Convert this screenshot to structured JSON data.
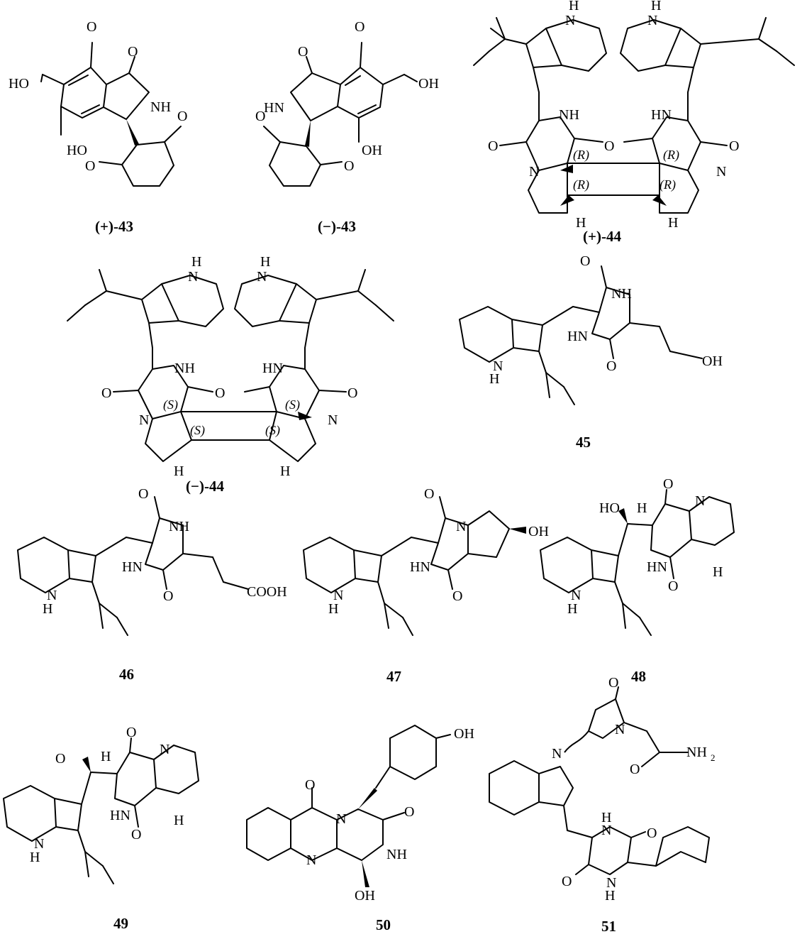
{
  "figure": {
    "compounds": [
      {
        "id": "c43p",
        "label": "(+)-43",
        "atoms": [
          "HO",
          "O",
          "NH",
          "HO",
          "O",
          "O",
          "O"
        ]
      },
      {
        "id": "c43m",
        "label": "(−)-43",
        "atoms": [
          "O",
          "O",
          "OH",
          "HN",
          "OH",
          "O",
          "O"
        ]
      },
      {
        "id": "c44p",
        "label": "(+)-44",
        "atoms": [
          "H",
          "N",
          "H",
          "N",
          "NH",
          "HN",
          "O",
          "O",
          "O",
          "O",
          "N",
          "N",
          "H",
          "H"
        ],
        "stereo": [
          "(R)",
          "(R)",
          "(R)",
          "(R)"
        ]
      },
      {
        "id": "c44m",
        "label": "(−)-44",
        "atoms": [
          "H",
          "N",
          "H",
          "N",
          "NH",
          "HN",
          "O",
          "O",
          "O",
          "O",
          "N",
          "N",
          "H",
          "H"
        ],
        "stereo": [
          "(S)",
          "(S)",
          "(S)",
          "(S)"
        ]
      },
      {
        "id": "c45",
        "label": "45",
        "atoms": [
          "O",
          "NH",
          "HN",
          "O",
          "OH",
          "N",
          "H"
        ]
      },
      {
        "id": "c46",
        "label": "46",
        "atoms": [
          "O",
          "NH",
          "HN",
          "O",
          "COOH",
          "N",
          "H"
        ]
      },
      {
        "id": "c47",
        "label": "47",
        "atoms": [
          "O",
          "N",
          "OH",
          "HN",
          "O",
          "N",
          "H"
        ]
      },
      {
        "id": "c48",
        "label": "48",
        "atoms": [
          "HO",
          "H",
          "O",
          "N",
          "HN",
          "O",
          "H",
          "N",
          "H"
        ]
      },
      {
        "id": "c49",
        "label": "49",
        "atoms": [
          "O",
          "H",
          "O",
          "N",
          "HN",
          "O",
          "H",
          "N",
          "H"
        ]
      },
      {
        "id": "c50",
        "label": "50",
        "atoms": [
          "OH",
          "O",
          "N",
          "O",
          "N",
          "NH",
          "OH"
        ]
      },
      {
        "id": "c51",
        "label": "51",
        "atoms": [
          "O",
          "N",
          "N",
          "O",
          "NH",
          "2",
          "H",
          "N",
          "O",
          "O",
          "N",
          "H"
        ]
      }
    ]
  }
}
